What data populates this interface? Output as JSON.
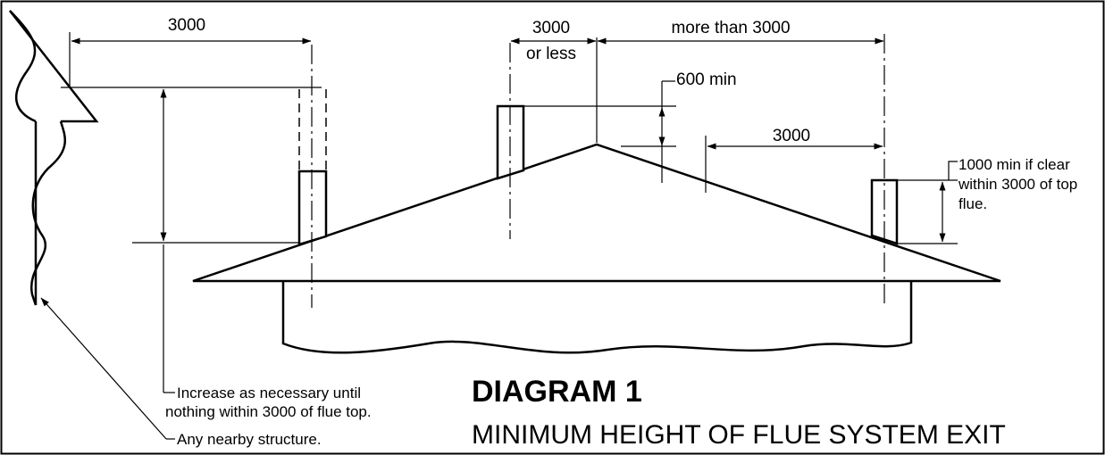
{
  "dimensions": {
    "left_3000": "3000",
    "middle_3000_line1": "3000",
    "middle_3000_line2": "or less",
    "more_than_3000": "more than 3000",
    "min_600": "600 min",
    "right_3000": "3000",
    "min_1000_line1": "1000 min if clear",
    "min_1000_line2": "within 3000 of top",
    "min_1000_line3": "flue."
  },
  "notes": {
    "increase_line1": "Increase as necessary until",
    "increase_line2": "nothing within 3000 of flue top.",
    "nearby_structure": "Any nearby structure."
  },
  "title": {
    "heading": "DIAGRAM 1",
    "subheading": "MINIMUM HEIGHT OF FLUE SYSTEM EXIT"
  }
}
